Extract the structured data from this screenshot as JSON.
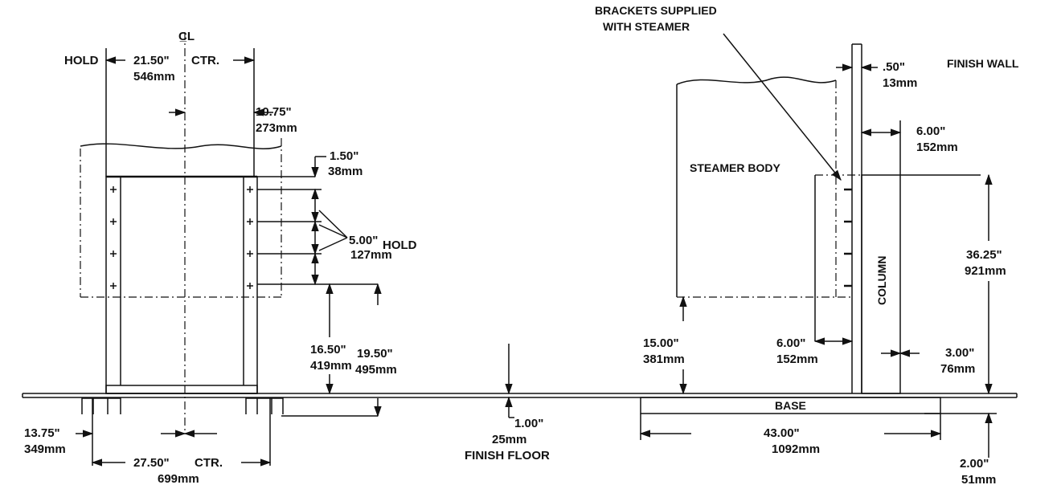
{
  "labels": {
    "centerline": "C̲L",
    "hold_top": "HOLD",
    "dim_21_50_in": "21.50\"",
    "ctr_top": "CTR.",
    "dim_546mm": "546mm",
    "dim_10_75_in": "10.75\"",
    "dim_273mm": "273mm",
    "dim_1_50_in": "1.50\"",
    "dim_38mm": "38mm",
    "dim_5_00_in": "5.00\"",
    "dim_127mm": "127mm",
    "hold_mid": "HOLD",
    "dim_16_50_in": "16.50\"",
    "dim_419mm": "419mm",
    "dim_19_50_in": "19.50\"",
    "dim_495mm": "495mm",
    "dim_13_75_in": "13.75\"",
    "dim_349mm": "349mm",
    "dim_27_50_in": "27.50\"",
    "ctr_bottom": "CTR.",
    "dim_699mm": "699mm",
    "dim_1_00_in": "1.00\"",
    "dim_25mm": "25mm",
    "finish_floor": "FINISH FLOOR",
    "brackets_line1": "BRACKETS SUPPLIED",
    "brackets_line2": "WITH STEAMER",
    "dim_0_50_in": ".50\"",
    "dim_13mm": "13mm",
    "finish_wall": "FINISH WALL",
    "dim_6_00_in_top": "6.00\"",
    "dim_152mm_top": "152mm",
    "steamer_body": "STEAMER BODY",
    "column": "COLUMN",
    "dim_36_25_in": "36.25\"",
    "dim_921mm": "921mm",
    "dim_15_00_in": "15.00\"",
    "dim_381mm": "381mm",
    "dim_6_00_in_bottom": "6.00\"",
    "dim_152mm_bottom": "152mm",
    "dim_3_00_in": "3.00\"",
    "dim_76mm": "76mm",
    "base": "BASE",
    "dim_43_00_in": "43.00\"",
    "dim_1092mm": "1092mm",
    "dim_2_00_in": "2.00\"",
    "dim_51mm": "51mm"
  },
  "colors": {
    "ink": "#111111",
    "background": "#ffffff"
  }
}
